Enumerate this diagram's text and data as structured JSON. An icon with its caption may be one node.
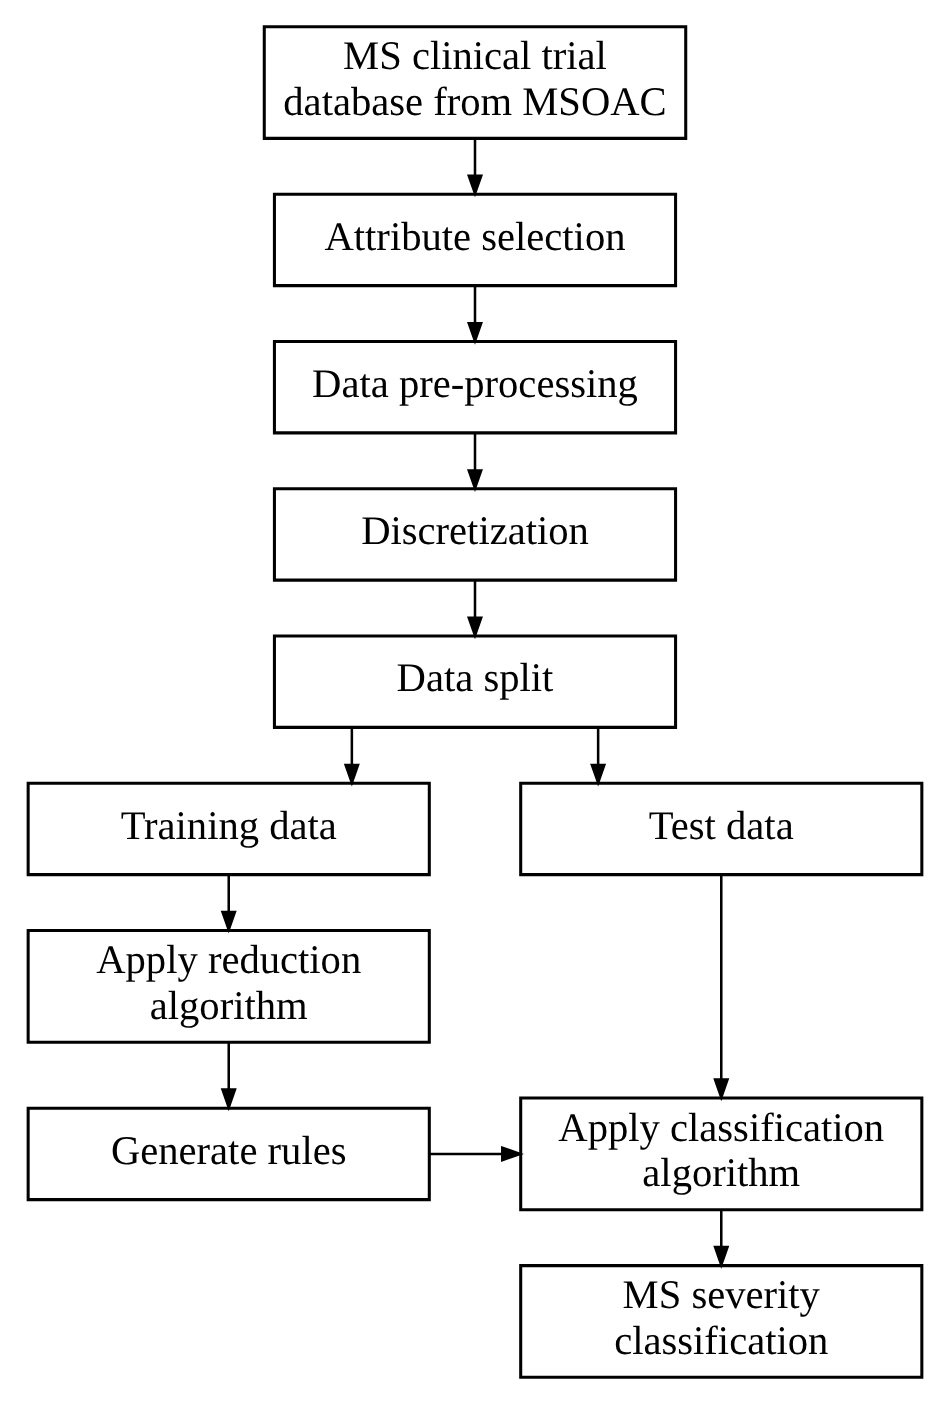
{
  "diagram": {
    "nodes": [
      {
        "text": [
          "MS clinical trial database from MSOAC"
        ]
      },
      {
        "text": [
          "Attribute selection"
        ]
      },
      {
        "text": [
          "Data pre-processing"
        ]
      },
      {
        "text": [
          "Discretization"
        ]
      },
      {
        "text": [
          "Data split"
        ]
      },
      {
        "text": [
          "Training data"
        ]
      },
      {
        "text": [
          "Test data"
        ]
      },
      {
        "text": [
          "Apply reduction algorithm"
        ]
      },
      {
        "text": [
          "Generate rules"
        ]
      },
      {
        "text": [
          "Apply classification algorithm"
        ]
      },
      {
        "text": [
          "MS severity classification"
        ]
      }
    ],
    "edges": [
      {
        "from": 0,
        "to": 1,
        "arrow": "to"
      },
      {
        "from": 1,
        "to": 2,
        "arrow": "to"
      },
      {
        "from": 2,
        "to": 3,
        "arrow": "to"
      },
      {
        "from": 3,
        "to": 4,
        "arrow": "to"
      },
      {
        "from": 4,
        "to": 5,
        "arrow": "to"
      },
      {
        "from": 4,
        "to": 6,
        "arrow": "to"
      },
      {
        "from": 5,
        "to": 7,
        "arrow": "to"
      },
      {
        "from": 7,
        "to": 8,
        "arrow": "to"
      },
      {
        "from": 6,
        "to": 9,
        "arrow": "to"
      },
      {
        "from": 8,
        "to": 9,
        "arrow": "to"
      },
      {
        "from": 9,
        "to": 10,
        "arrow": "to"
      }
    ]
  }
}
